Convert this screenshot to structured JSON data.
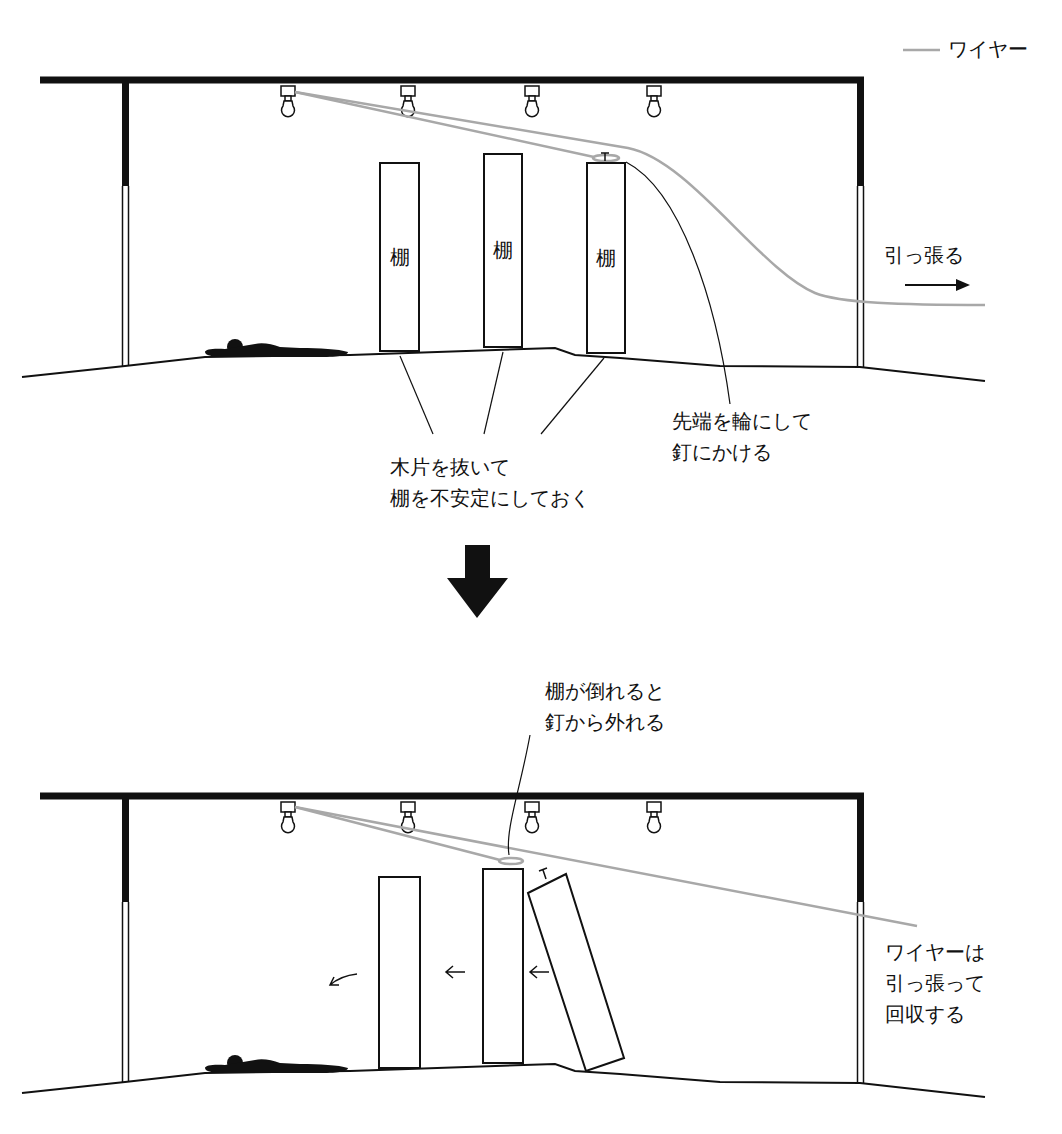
{
  "diagram": {
    "nodes": [
      {
        "text": [
          "棚"
        ]
      },
      {
        "text": [
          "棚"
        ]
      },
      {
        "text": [
          "棚"
        ]
      }
    ],
    "labels": [
      "引っ張る",
      "先端を輪にして 釘にかける",
      "木片を抜いて 棚を不安定にしておく",
      "棚が倒れると 釘から外れる",
      "ワイヤーは 引っ張って 回収する"
    ],
    "legend": [
      {
        "text": "ワイヤー"
      }
    ]
  }
}
